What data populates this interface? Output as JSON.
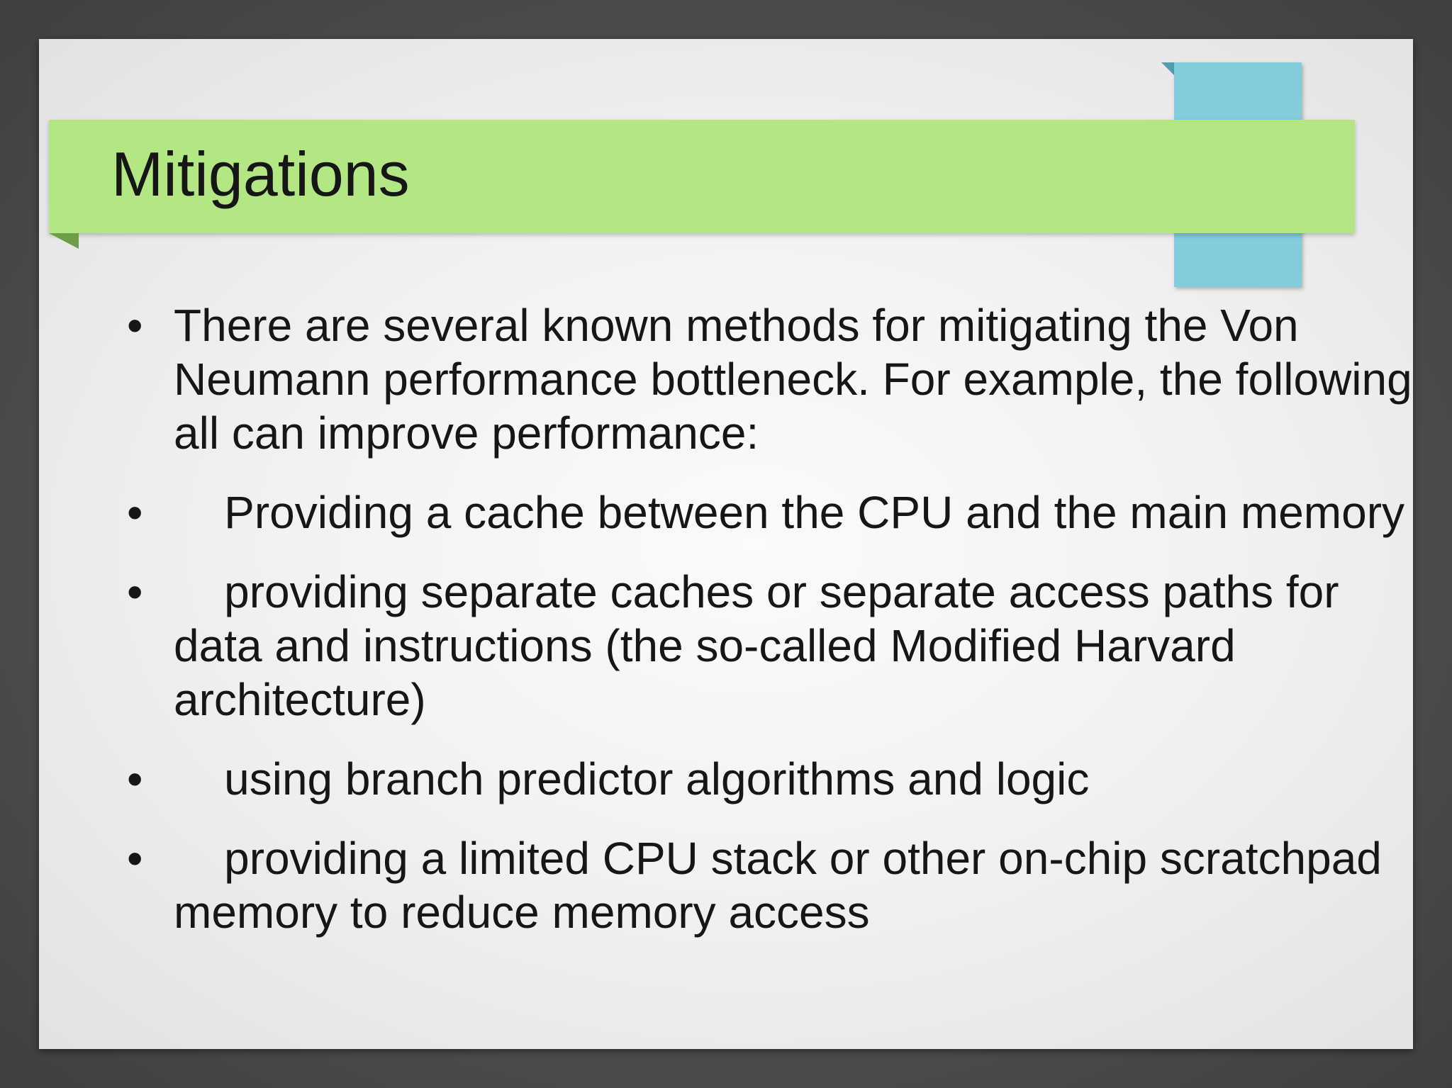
{
  "slide": {
    "title": "Mitigations",
    "bullet_glyph": "•",
    "bullets": [
      {
        "text": "There are several known methods for mitigating the Von Neumann performance bottleneck. For example, the following all can improve performance:"
      },
      {
        "text": "    Providing a cache between the CPU and the main memory"
      },
      {
        "text": "    providing separate caches or separate access paths for data and instructions (the so-called Modified Harvard architecture)"
      },
      {
        "text": "    using branch predictor algorithms and logic"
      },
      {
        "text": "    providing a limited CPU stack or other on-chip scratchpad memory to reduce memory access"
      }
    ]
  },
  "colors": {
    "banner": "#b3e783",
    "tab": "#82ccdc",
    "text": "#161616"
  }
}
